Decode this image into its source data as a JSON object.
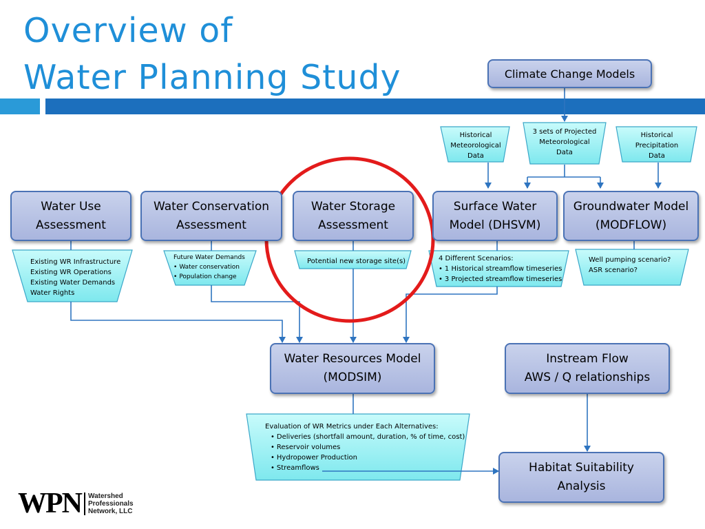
{
  "title": {
    "line1": "Overview of",
    "line2": "Water Planning Study"
  },
  "boxes": {
    "climate": "Climate Change Models",
    "water_use": "Water Use\nAssessment",
    "conservation": "Water Conservation\nAssessment",
    "storage": "Water Storage\nAssessment",
    "surface": "Surface Water\nModel (DHSVM)",
    "groundwater": "Groundwater Model\n(MODFLOW)",
    "wrm": "Water Resources Model\n(MODSIM)",
    "instream": "Instream Flow\nAWS / Q relationships",
    "habitat": "Habitat Suitability\nAnalysis"
  },
  "inputs": {
    "hist_met": "Historical\nMeteorological\nData",
    "proj_met": "3 sets of  Projected\nMeteorological\nData",
    "hist_precip": "Historical\nPrecipitation\nData"
  },
  "notes": {
    "water_use": [
      "Existing WR Infrastructure",
      "Existing WR Operations",
      "Existing Water Demands",
      "Water Rights"
    ],
    "conservation_title": "Future Water Demands",
    "conservation": [
      "Water conservation",
      "Population change"
    ],
    "storage": "Potential new storage site(s)",
    "surface_title": "4 Different Scenarios:",
    "surface": [
      "1 Historical streamflow timeseries",
      "3 Projected streamflow timeseries"
    ],
    "groundwater": [
      "Well pumping scenario?",
      "ASR scenario?"
    ],
    "wrm_title": "Evaluation of  WR Metrics under Each Alternatives:",
    "wrm": [
      "Deliveries (shortfall amount, duration, % of time, cost)",
      "Reservoir volumes",
      "Hydropower Production",
      "Streamflows"
    ]
  },
  "logo": {
    "mark": "WPN",
    "line1": "Watershed",
    "line2": "Professionals",
    "line3": "Network, LLC"
  },
  "colors": {
    "title": "#1f8fd8",
    "box_border": "#4a72b5",
    "box_fill": "#b8c3e6",
    "trap_fill": "#8ff0f0",
    "arrow": "#2e74c0",
    "highlight_circle": "#e31b1b"
  }
}
